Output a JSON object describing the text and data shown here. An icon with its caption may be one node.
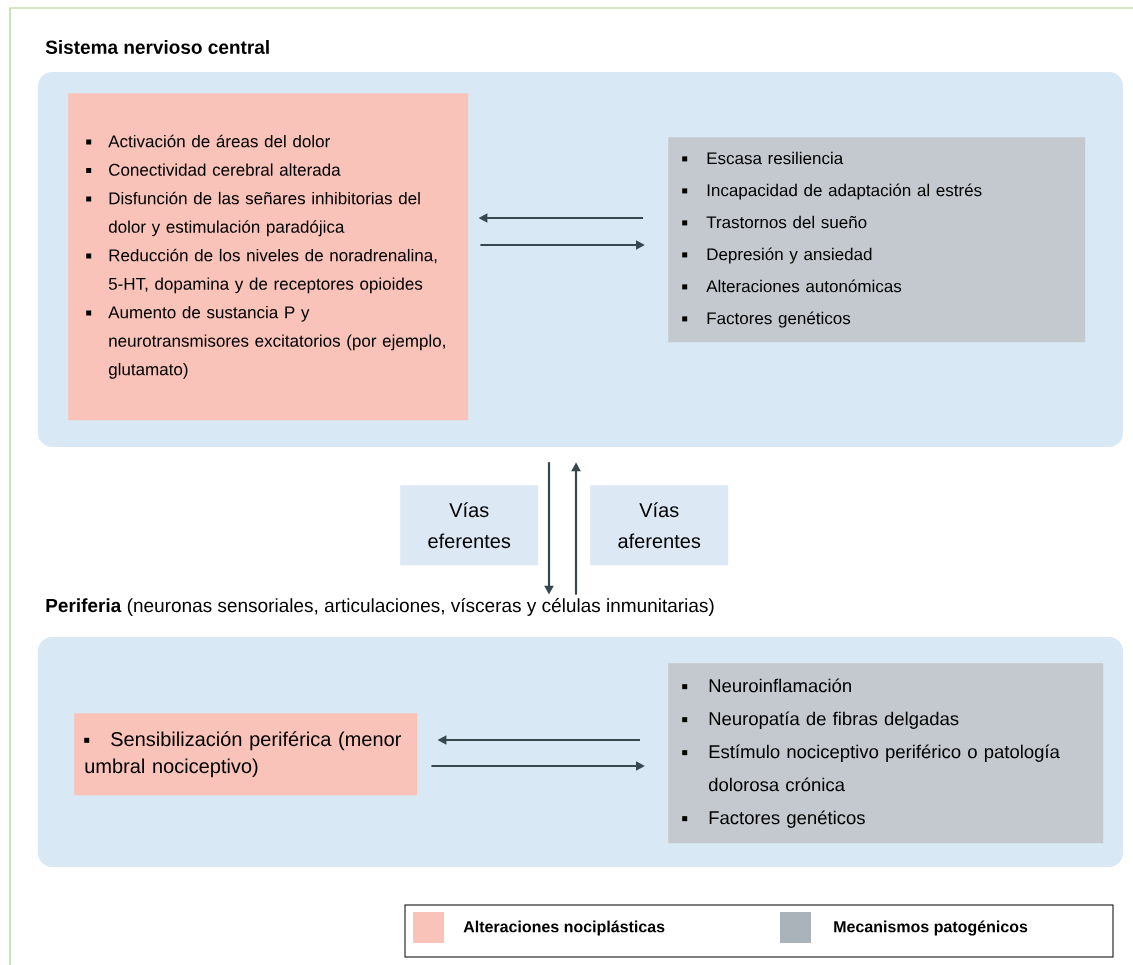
{
  "diagram": {
    "nodes": [
      {
        "text": [
          "Sistema nervioso central"
        ]
      },
      {
        "text": [
          "Activación de áreas del dolor",
          "Conectividad cerebral alterada",
          "Disfunción de las señares inhibitorias del dolor y estimulación paradójica",
          "Reducción de los niveles de noradrenalina, 5-HT, dopamina y de receptores opioides",
          "Aumento de sustancia P y neurotransmisores excitatorios (por ejemplo, glutamato)"
        ],
        "in": 0
      },
      {
        "text": [
          "Escasa resiliencia",
          "Incapacidad de adaptación al estrés",
          "Trastornos del sueño",
          "Depresión y ansiedad",
          "Alteraciones autonómicas",
          "Factores genéticos"
        ],
        "in": 0
      },
      {
        "text": [
          "Vías eferentes"
        ]
      },
      {
        "text": [
          "Vías aferentes"
        ]
      },
      {
        "text": [
          "**Periferia** (neuronas sensoriales, articulaciones, vísceras y células inmunitarias)"
        ]
      },
      {
        "text": [
          "Sensibilización periférica (menor umbral nociceptivo)"
        ],
        "in": 5
      },
      {
        "text": [
          "Neuroinflamación",
          "Neuropatía de fibras delgadas",
          "Estímulo nociceptivo periférico o patología dolorosa crónica",
          "Factores genéticos"
        ],
        "in": 5
      }
    ],
    "edges": [
      {
        "from": 2,
        "to": 1,
        "arrow": "to"
      },
      {
        "from": 1,
        "to": 2,
        "arrow": "to"
      },
      {
        "from": 0,
        "to": 5,
        "arrow": "to"
      },
      {
        "from": 5,
        "to": 0,
        "arrow": "to"
      },
      {
        "from": 7,
        "to": 6,
        "arrow": "to"
      },
      {
        "from": 6,
        "to": 7,
        "arrow": "to"
      }
    ],
    "legend": [
      {
        "text": "Alteraciones nociplásticas",
        "color": "#f9c3b9"
      },
      {
        "text": "Mecanismos patogénicos",
        "color": "#aab3ba"
      }
    ]
  }
}
